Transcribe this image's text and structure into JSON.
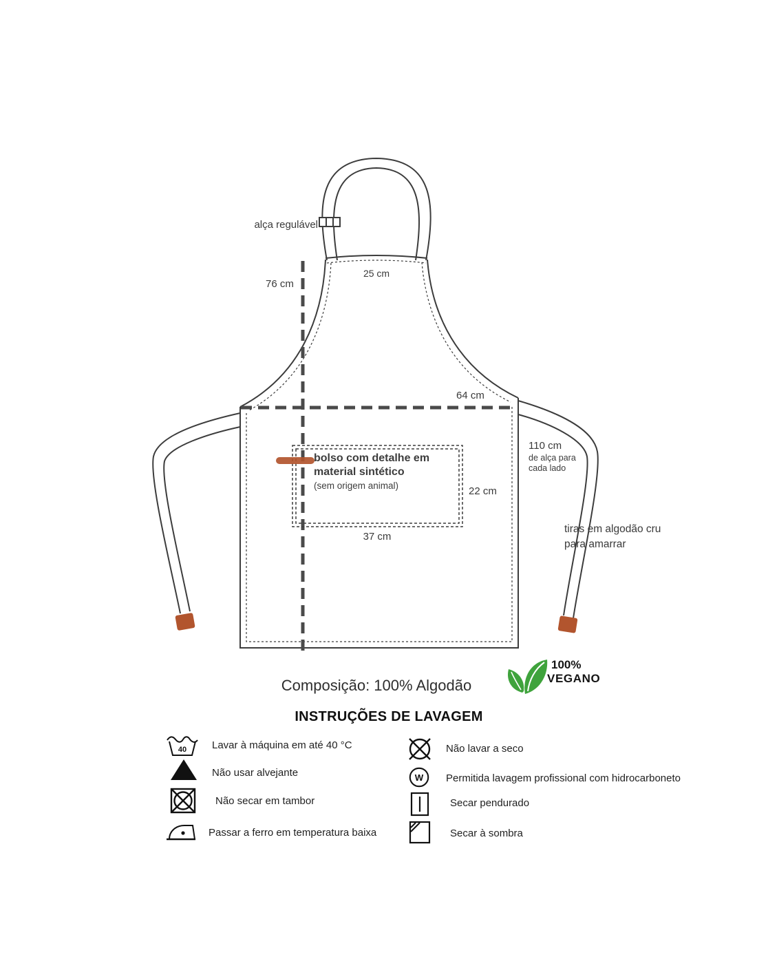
{
  "apron": {
    "labels": {
      "strap": "alça regulável",
      "top_width": "25 cm",
      "height": "76 cm",
      "waist_width": "64 cm",
      "strap_length": "110 cm",
      "strap_length_sub1": "de alça para",
      "strap_length_sub2": "cada lado",
      "pocket_l1": "bolso com detalhe em",
      "pocket_l2": "material sintético",
      "pocket_l3": "(sem origem animal)",
      "pocket_height": "22 cm",
      "pocket_width": "37 cm",
      "ties_l1": "tiras em algodão cru",
      "ties_l2": "para amarrar"
    }
  },
  "footer": {
    "composition": "Composição: 100% Algodão",
    "vegan_100": "100%",
    "vegan_name": "VEGANO"
  },
  "washing": {
    "title": "INSTRUÇÕES DE LAVAGEM",
    "left": [
      {
        "icon": "wash-40-icon",
        "icon_text": "40",
        "label": "Lavar à máquina em até 40 °C"
      },
      {
        "icon": "no-bleach-icon",
        "label": "Não usar alvejante"
      },
      {
        "icon": "no-tumble-dry-icon",
        "label": "Não secar em tambor"
      },
      {
        "icon": "iron-low-icon",
        "label": "Passar a ferro em temperatura baixa"
      }
    ],
    "right": [
      {
        "icon": "no-dry-clean-icon",
        "label": "Não lavar a seco"
      },
      {
        "icon": "professional-wash-icon",
        "icon_text": "W",
        "label": "Permitida lavagem profissional com hidrocarboneto"
      },
      {
        "icon": "hang-dry-icon",
        "label": "Secar pendurado"
      },
      {
        "icon": "shade-dry-icon",
        "label": "Secar à sombra"
      }
    ]
  },
  "colors": {
    "line": "#3c3c3c",
    "dash_gray": "#4a4a4a",
    "accent_orange": "#b2552e",
    "vegan_green": "#3fa33c"
  }
}
